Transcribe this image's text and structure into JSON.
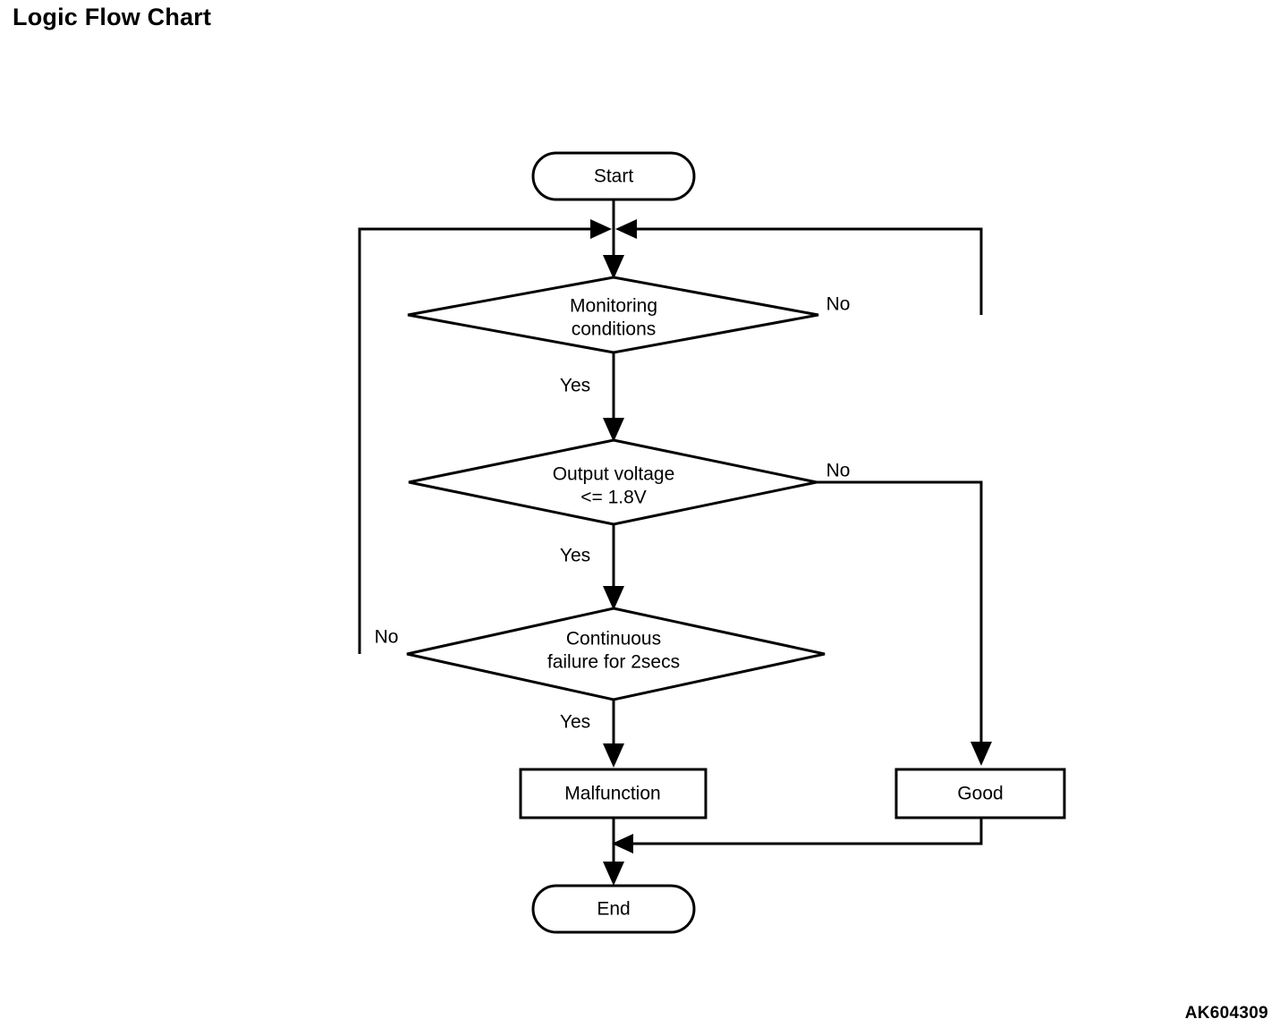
{
  "page": {
    "title": "Logic Flow Chart",
    "reference_code": "AK604309",
    "background_color": "#ffffff",
    "line_color": "#000000"
  },
  "chart_data": {
    "type": "diagram",
    "diagram_kind": "flowchart",
    "title": "Logic Flow Chart",
    "nodes": [
      {
        "id": "start",
        "shape": "terminator",
        "label": "Start"
      },
      {
        "id": "d1",
        "shape": "decision",
        "label_line1": "Monitoring",
        "label_line2": "conditions"
      },
      {
        "id": "d2",
        "shape": "decision",
        "label_line1": "Output voltage",
        "label_line2": "<= 1.8V"
      },
      {
        "id": "d3",
        "shape": "decision",
        "label_line1": "Continuous",
        "label_line2": "failure for 2secs"
      },
      {
        "id": "malfunction",
        "shape": "process",
        "label": "Malfunction"
      },
      {
        "id": "good",
        "shape": "process",
        "label": "Good"
      },
      {
        "id": "end",
        "shape": "terminator",
        "label": "End"
      }
    ],
    "edges": [
      {
        "from": "start",
        "to": "d1",
        "label": ""
      },
      {
        "from": "d1",
        "to": "d2",
        "label": "Yes"
      },
      {
        "from": "d1",
        "to": "junction",
        "label": "No"
      },
      {
        "from": "d2",
        "to": "d3",
        "label": "Yes"
      },
      {
        "from": "d2",
        "to": "good",
        "label": "No"
      },
      {
        "from": "d3",
        "to": "malfunction",
        "label": "Yes"
      },
      {
        "from": "d3",
        "to": "junction",
        "label": "No"
      },
      {
        "from": "malfunction",
        "to": "end",
        "label": ""
      },
      {
        "from": "good",
        "to": "end",
        "label": ""
      }
    ]
  },
  "flow": {
    "start_label": "Start",
    "decision1": {
      "line1": "Monitoring",
      "line2": "conditions",
      "yes_label": "Yes",
      "no_label": "No"
    },
    "decision2": {
      "line1": "Output voltage",
      "line2": "<= 1.8V",
      "yes_label": "Yes",
      "no_label": "No"
    },
    "decision3": {
      "line1": "Continuous",
      "line2": "failure for 2secs",
      "yes_label": "Yes",
      "no_label": "No"
    },
    "malfunction_label": "Malfunction",
    "good_label": "Good",
    "end_label": "End"
  }
}
